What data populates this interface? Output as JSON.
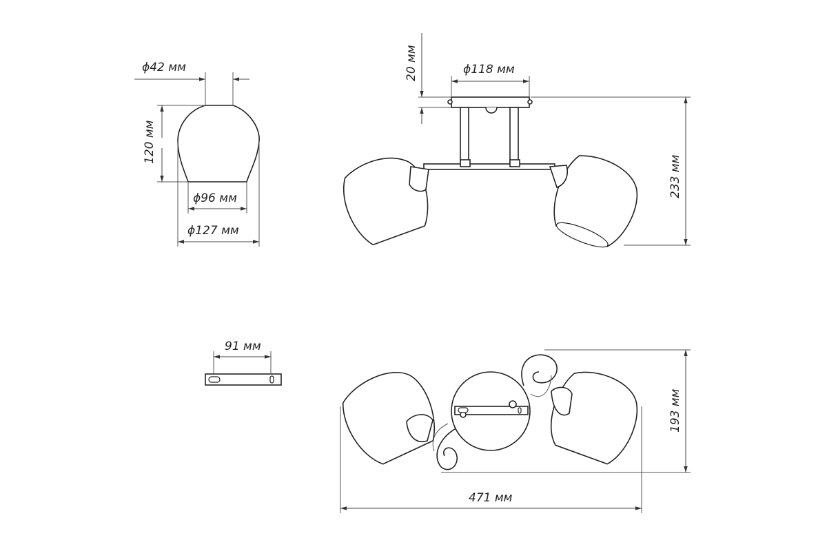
{
  "dimensions": {
    "shade_top_diameter": "ϕ42 мм",
    "shade_height": "120 мм",
    "shade_bottom_inner_diameter": "ϕ96 мм",
    "shade_max_diameter": "ϕ127 мм",
    "canopy_height": "20 мм",
    "canopy_diameter": "ϕ118 мм",
    "total_height": "233 мм",
    "bracket_length": "91 мм",
    "total_depth": "193 мм",
    "total_width": "471 мм"
  }
}
